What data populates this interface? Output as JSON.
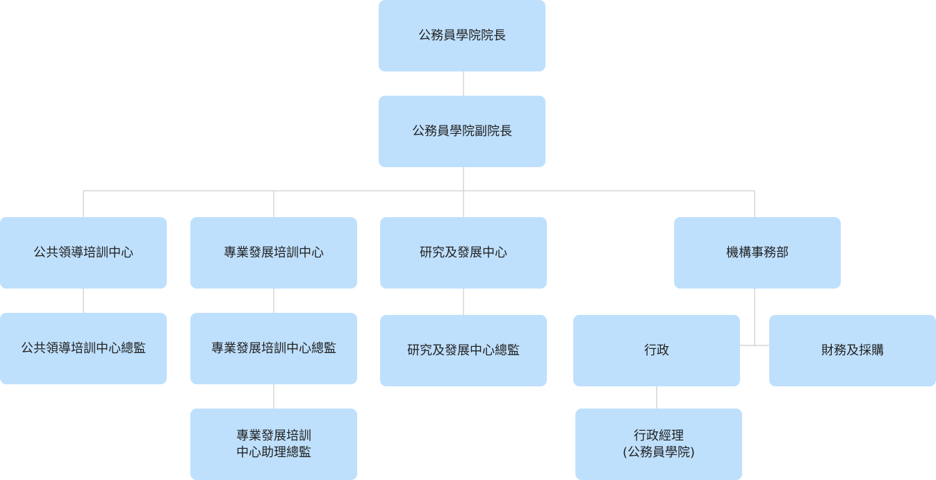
{
  "org_chart": {
    "dean": "公務員學院院長",
    "deputy_dean": "公務員學院副院長",
    "leadership_centre": "公共領導培訓中心",
    "leadership_director": "公共領導培訓中心總監",
    "professional_centre": "專業發展培訓中心",
    "professional_director": "專業發展培訓中心總監",
    "professional_assistant_line1": "專業發展培訓",
    "professional_assistant_line2": "中心助理總監",
    "research_centre": "研究及發展中心",
    "research_director": "研究及發展中心總監",
    "corporate_affairs": "機構事務部",
    "administration": "行政",
    "finance_procurement": "財務及採購",
    "admin_manager_line1": "行政經理",
    "admin_manager_line2": "(公務員學院)"
  }
}
